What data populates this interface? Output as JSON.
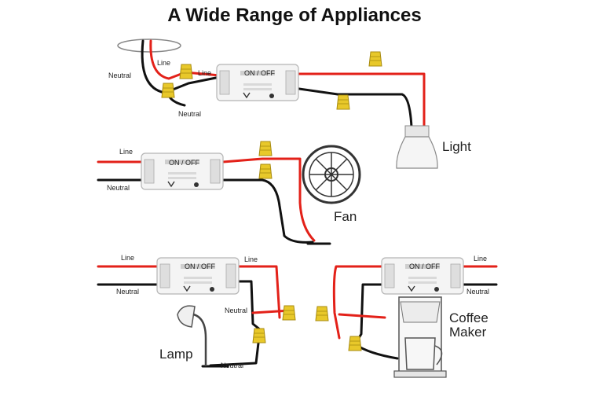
{
  "title": "A Wide Range of Appliances",
  "labels": {
    "line": "Line",
    "neutral": "Neutral",
    "light": "Light",
    "fan": "Fan",
    "lamp": "Lamp",
    "coffee_line1": "Coffee",
    "coffee_line2": "Maker"
  },
  "module_text": "ON / OFF",
  "colors": {
    "line_wire": "#e32119",
    "neutral_wire": "#111111",
    "connector": "#e8c82a",
    "module": "#f4f4f4"
  },
  "icons": [
    "wire-nut-icon",
    "bulb-icon",
    "fan-icon",
    "lamp-icon",
    "coffee-maker-icon",
    "switch-module-icon"
  ]
}
